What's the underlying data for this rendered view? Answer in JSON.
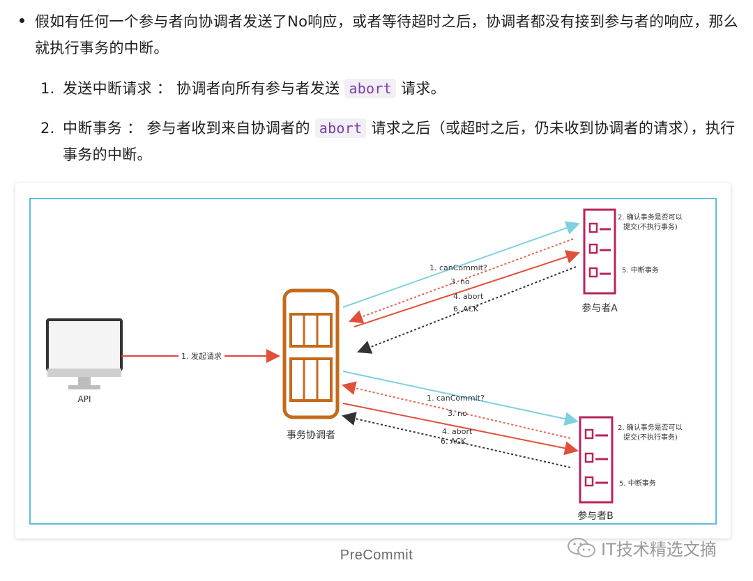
{
  "bullet": {
    "text": "假如有任何一个参与者向协调者发送了No响应，或者等待超时之后，协调者都没有接到参与者的响应，那么就执行事务的中断。"
  },
  "steps": [
    {
      "num": "1.",
      "title": "发送中断请求",
      "sep": " ： ",
      "before": "协调者向所有参与者发送 ",
      "code": "abort",
      "after": " 请求。"
    },
    {
      "num": "2.",
      "title": "中断事务",
      "sep": " ： ",
      "before": "参与者收到来自协调者的 ",
      "code": "abort",
      "after": " 请求之后（或超时之后，仍未收到协调者的请求），执行事务的中断。"
    }
  ],
  "diagram": {
    "api_label": "API",
    "request_label": "1. 发起请求",
    "coordinator_label": "事务协调者",
    "participant_a_label": "参与者A",
    "participant_b_label": "参与者B",
    "note_confirm_line1": "2. 确认事务是否可以",
    "note_confirm_line2": "提交(不执行事务)",
    "note_abort": "5. 中断事务",
    "msg_cancommit": "1. canCommit?",
    "msg_no": "3. no",
    "msg_abort": "4. abort",
    "msg_ack": "6. ACK",
    "colors": {
      "border": "#5bc0de",
      "coordinator": "#c46a1c",
      "participant": "#b8235e",
      "cancommit": "#7fd0e0",
      "no": "#e8624a",
      "abort": "#e0503a",
      "ack": "#333333",
      "request": "#e0443a"
    }
  },
  "caption": "PreCommit",
  "watermark": "IT技术精选文摘"
}
